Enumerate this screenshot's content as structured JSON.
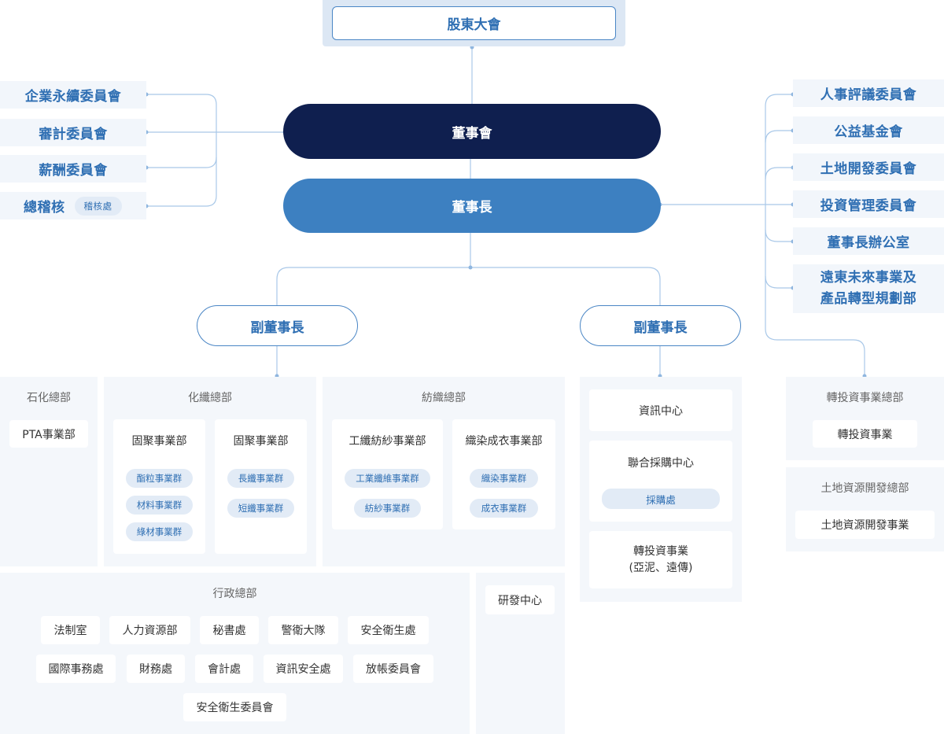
{
  "top": {
    "shareholders": "股東大會",
    "board": "董事會",
    "chairman": "董事長"
  },
  "left_committees": [
    "企業永續委員會",
    "審計委員會",
    "薪酬委員會",
    "總稽核"
  ],
  "left_audit_badge": "稽核處",
  "right_committees": [
    "人事評議委員會",
    "公益基金會",
    "土地開發委員會",
    "投資管理委員會",
    "董事長辦公室",
    "遠東未來事業及",
    "產品轉型規劃部"
  ],
  "vice_chairs": [
    "副董事長",
    "副董事長"
  ],
  "petro": {
    "title": "石化總部",
    "unit": "PTA事業部"
  },
  "chemfiber": {
    "title": "化纖總部",
    "units": [
      {
        "name": "固聚事業部",
        "groups": [
          "酯粒事業群",
          "材料事業群",
          "綠材事業群"
        ]
      },
      {
        "name": "固聚事業部",
        "groups": [
          "長纖事業群",
          "短纖事業群"
        ]
      }
    ]
  },
  "textile": {
    "title": "紡織總部",
    "units": [
      {
        "name": "工纖紡紗事業部",
        "groups": [
          "工業纖維事業群",
          "紡紗事業群"
        ]
      },
      {
        "name": "織染成衣事業部",
        "groups": [
          "織染事業群",
          "成衣事業群"
        ]
      }
    ]
  },
  "center_col": {
    "info": "資訊中心",
    "purchase": "聯合採購中心",
    "purchase_badge": "採購處",
    "invest_line1": "轉投資事業",
    "invest_line2": "(亞泥、遠傳)"
  },
  "invest_hq": {
    "title": "轉投資事業總部",
    "unit": "轉投資事業"
  },
  "land_hq": {
    "title": "土地資源開發總部",
    "unit": "土地資源開發事業"
  },
  "admin": {
    "title": "行政總部",
    "row1": [
      "法制室",
      "人力資源部",
      "秘書處",
      "警衛大隊",
      "安全衛生處"
    ],
    "row2": [
      "國際事務處",
      "財務處",
      "會計處",
      "資訊安全處",
      "放帳委員會"
    ],
    "row3": [
      "安全衛生委員會"
    ]
  },
  "rd": {
    "title": "研發中心"
  },
  "colors": {
    "navy": "#0f1f4f",
    "blue": "#3d80c1",
    "line": "#a9c8e8",
    "accent": "#2f6fb3"
  }
}
